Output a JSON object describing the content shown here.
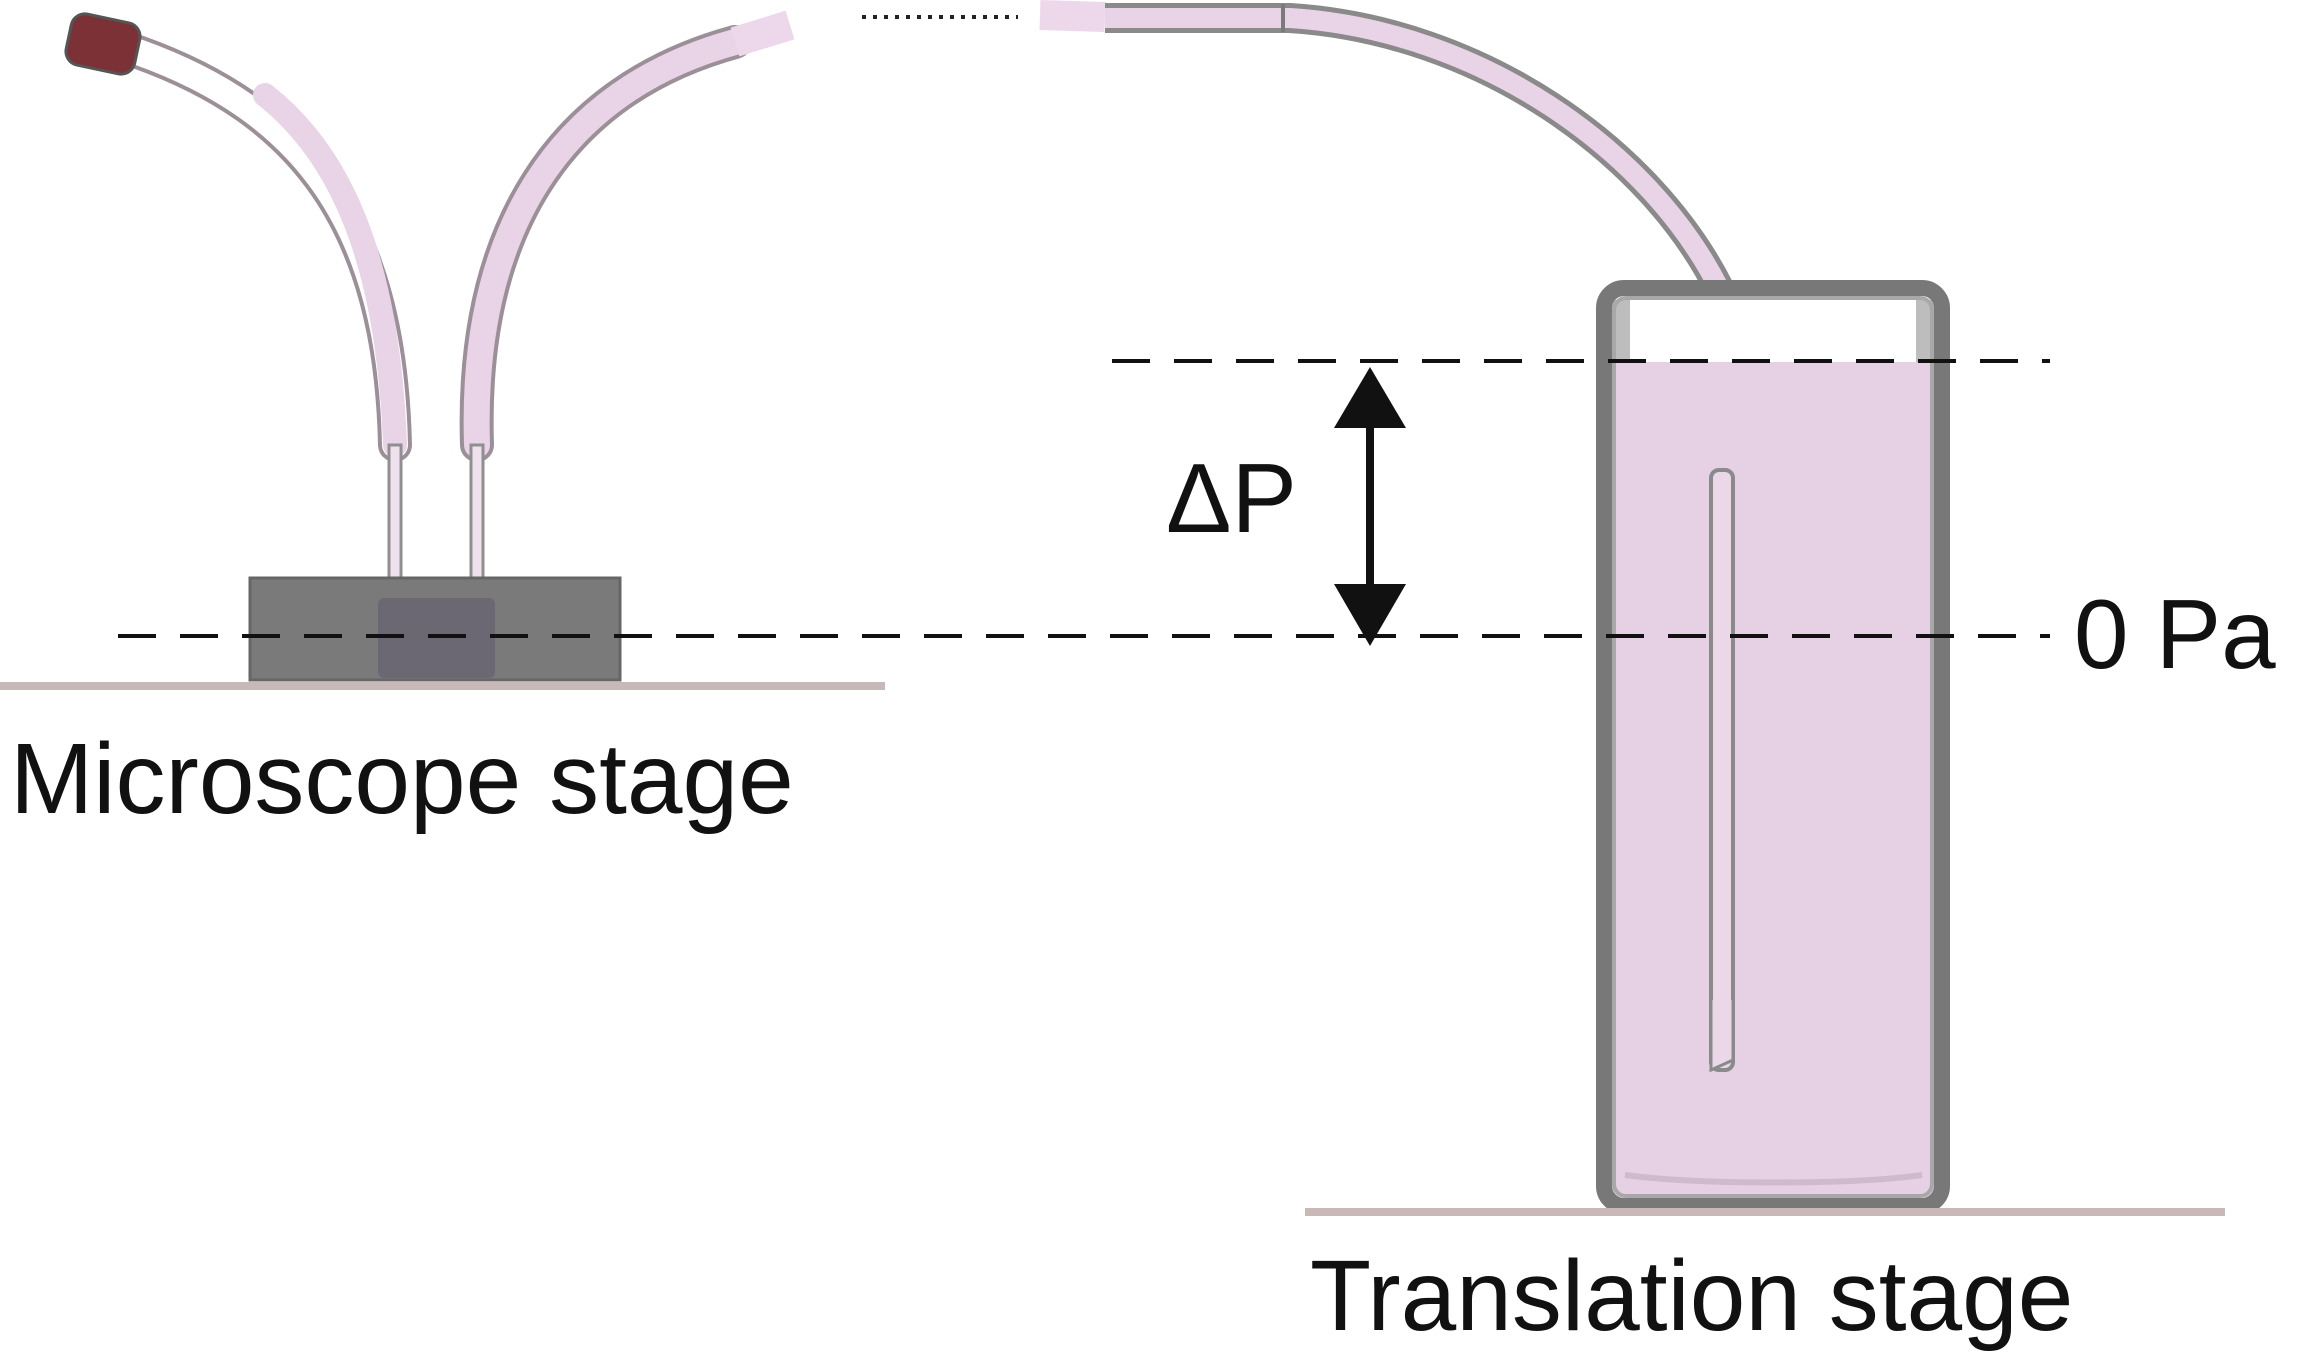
{
  "labels": {
    "microscope_stage": "Microscope stage",
    "translation_stage": "Translation stage",
    "zero_pressure": "0 Pa",
    "delta_pressure": "ΔP"
  },
  "colors": {
    "tubing": "#e9d3e7",
    "tubing_outline": "#a59aa3",
    "liquid": "#e6d0e4",
    "reservoir_wall": "#787878",
    "chip": "#787878",
    "chip_window": "#6b6873",
    "stage_line": "#c9b8b8",
    "plug": "#7b3136",
    "arrow": "#111111",
    "dashed_line": "#111111"
  }
}
